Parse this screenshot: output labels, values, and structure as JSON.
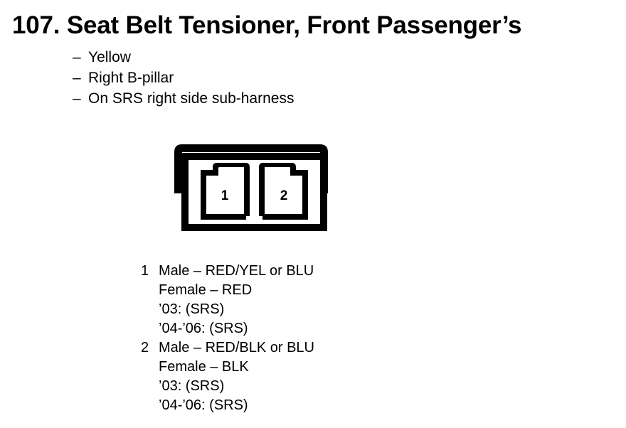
{
  "heading": {
    "number": "107.",
    "title": "Seat Belt Tensioner, Front Passenger’s",
    "dash": "–",
    "attributes": [
      {
        "label": "Yellow"
      },
      {
        "label": "Right B-pillar"
      },
      {
        "label": "On SRS right side sub-harness"
      }
    ]
  },
  "connector": {
    "cavity_count": 2,
    "cavities": [
      {
        "number": "1"
      },
      {
        "number": "2"
      }
    ],
    "line_color": "#000000",
    "fill_color": "#ffffff"
  },
  "pin_legend": [
    {
      "number": "1",
      "lines": [
        "Male – RED/YEL or BLU",
        "Female – RED",
        "’03: (SRS)",
        "’04-’06: (SRS)"
      ]
    },
    {
      "number": "2",
      "lines": [
        "Male – RED/BLK or BLU",
        "Female – BLK",
        "’03: (SRS)",
        "’04-’06: (SRS)"
      ]
    }
  ]
}
